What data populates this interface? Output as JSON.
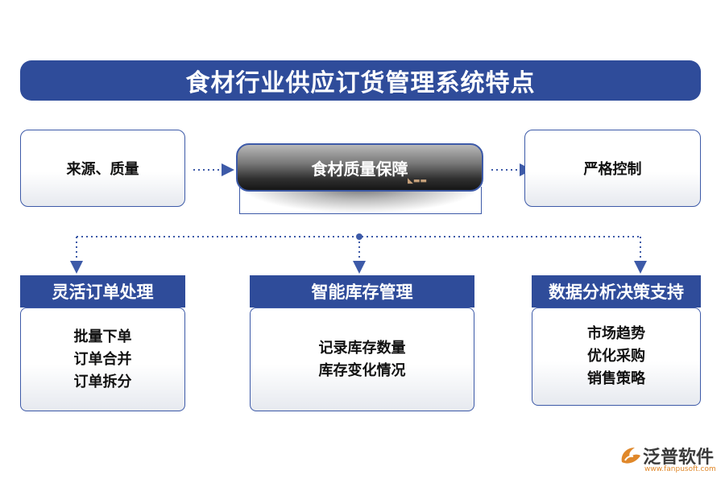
{
  "title": "食材行业供应订货管理系统特点",
  "top_row": {
    "left": "来源、质量",
    "center": "食材质量保障",
    "right": "严格控制"
  },
  "categories": [
    {
      "header": "灵活订单处理",
      "items": [
        "批量下单",
        "订单合并",
        "订单拆分"
      ]
    },
    {
      "header": "智能库存管理",
      "items": [
        "记录库存数量",
        "库存变化情况"
      ]
    },
    {
      "header": "数据分析决策支持",
      "items": [
        "市场趋势",
        "优化采购",
        "销售策略"
      ]
    }
  ],
  "logo": {
    "name": "泛普软件",
    "url": "www.fanpusoft.com"
  },
  "colors": {
    "primary": "#2f4c9a",
    "connector": "#3d5aa8",
    "logo_accent": "#e0882a"
  }
}
